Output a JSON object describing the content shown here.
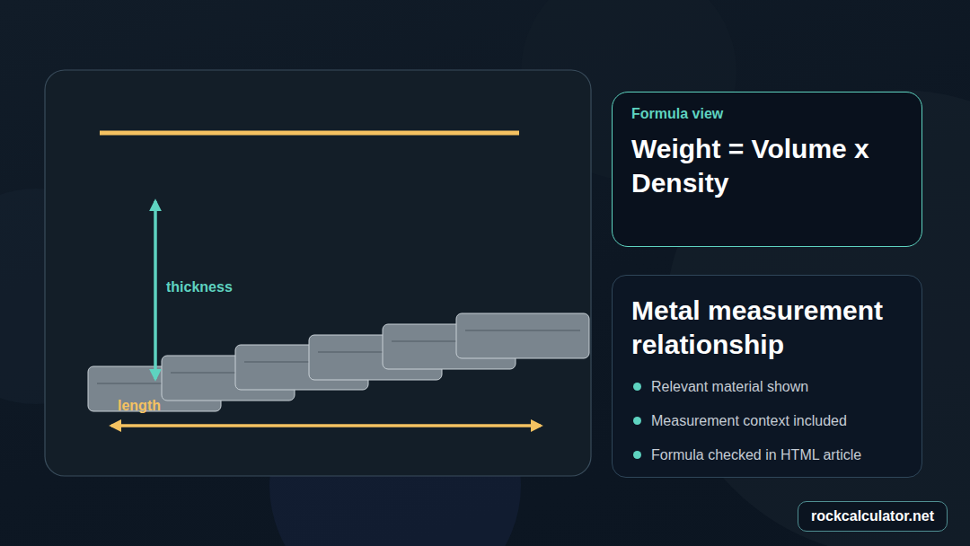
{
  "diagram": {
    "nodes": [
      {
        "text": [
          "Formula view",
          "Weight = Volume x Density"
        ]
      },
      {
        "text": [
          "Metal measurement relationship",
          "Relevant material shown",
          "Measurement context included",
          "Formula checked in HTML article"
        ]
      },
      {
        "text": [
          "rockcalculator.net"
        ]
      }
    ],
    "labels": [
      "thickness",
      "length"
    ]
  }
}
